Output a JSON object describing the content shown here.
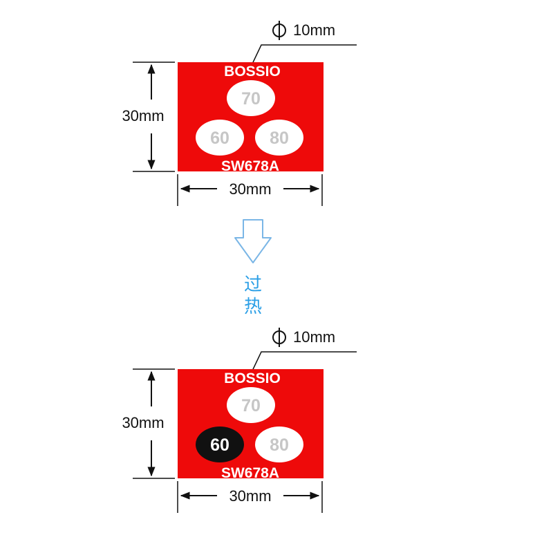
{
  "colors": {
    "label_fill": "#ee0a0a",
    "dot_unchanged": "#ffffff",
    "dot_unchanged_text": "#c6c6c6",
    "dot_triggered": "#111111",
    "dot_triggered_text": "#ffffff",
    "arrow_stroke": "#7ab6e6",
    "arrow_text": "#2b9fe6",
    "dimension_line": "#111111"
  },
  "arrow": {
    "icon": "hollow-down-arrow-icon",
    "line1": "过",
    "line2": "热"
  },
  "labels": [
    {
      "state": "before",
      "brand": "BOSSIO",
      "model": "SW678A",
      "diameter_label": "10mm",
      "diameter_icon": "diameter-symbol-icon",
      "height_label": "30mm",
      "width_label": "30mm",
      "dots": [
        {
          "value": "70",
          "triggered": false
        },
        {
          "value": "60",
          "triggered": false
        },
        {
          "value": "80",
          "triggered": false
        }
      ]
    },
    {
      "state": "after",
      "brand": "BOSSIO",
      "model": "SW678A",
      "diameter_label": "10mm",
      "diameter_icon": "diameter-symbol-icon",
      "height_label": "30mm",
      "width_label": "30mm",
      "dots": [
        {
          "value": "70",
          "triggered": false
        },
        {
          "value": "60",
          "triggered": true
        },
        {
          "value": "80",
          "triggered": false
        }
      ]
    }
  ]
}
